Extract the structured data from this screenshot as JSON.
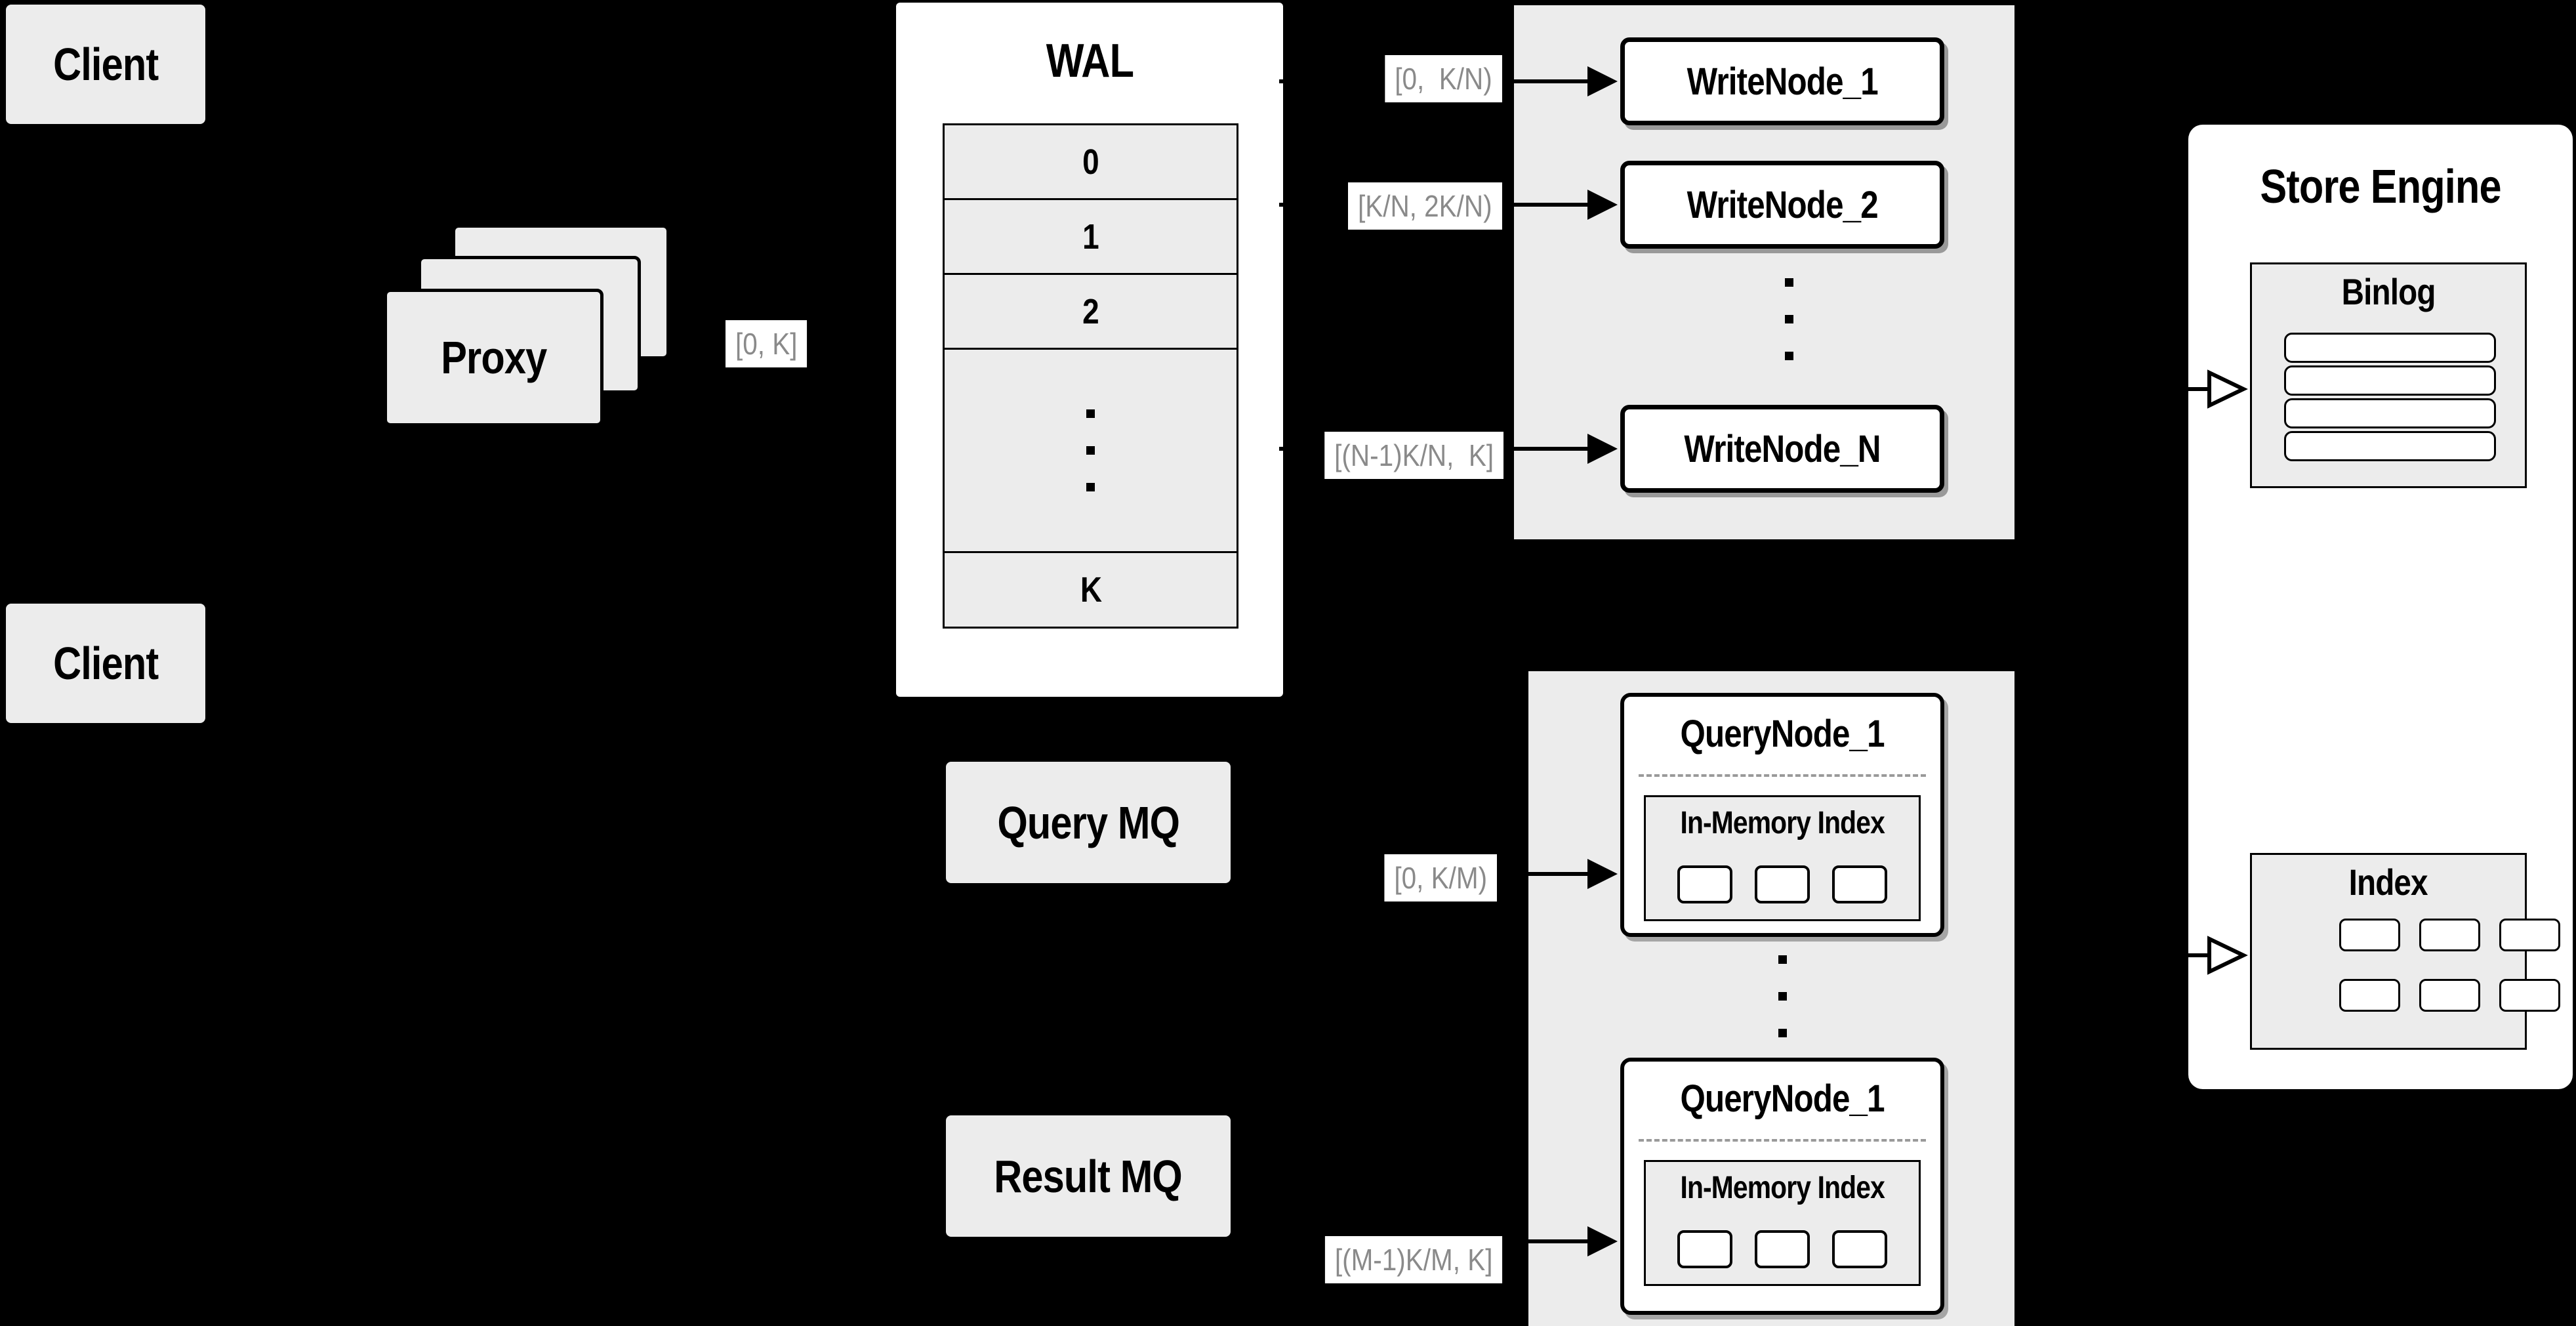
{
  "palette": {
    "background": "#000000",
    "panel_gray": "#ececec",
    "panel_white": "#ffffff",
    "ink": "#000000",
    "range_label_text": "#8a8a8a"
  },
  "clients": {
    "top": "Client",
    "bottom": "Client"
  },
  "proxy": {
    "title": "Proxy",
    "range": "[0, K]"
  },
  "wal": {
    "title": "WAL",
    "rows": [
      "0",
      "1",
      "2"
    ],
    "last_row": "K"
  },
  "write": {
    "ranges": [
      "[0,  K/N)",
      "[K/N, 2K/N)",
      "[(N-1)K/N,  K]"
    ],
    "nodes": [
      "WriteNode_1",
      "WriteNode_2",
      "WriteNode_N"
    ]
  },
  "store": {
    "title": "Store Engine",
    "binlog_title": "Binlog",
    "index_title": "Index"
  },
  "query": {
    "query_mq": "Query MQ",
    "result_mq": "Result MQ",
    "ranges": [
      "[0, K/M)",
      "[(M-1)K/M, K]"
    ],
    "nodes": [
      {
        "title": "QueryNode_1",
        "index_title": "In-Memory Index"
      },
      {
        "title": "QueryNode_1",
        "index_title": "In-Memory Index"
      }
    ]
  }
}
